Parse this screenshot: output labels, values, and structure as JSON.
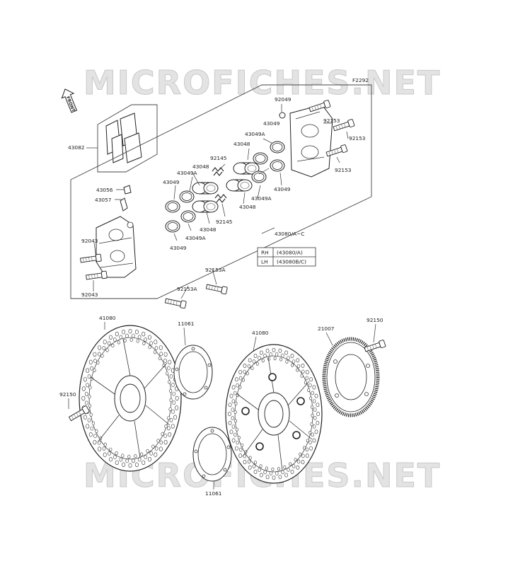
{
  "watermark": "MICROFICHES.NET",
  "diagram_code": "F2292",
  "front_arrow": "FRONT",
  "legend": [
    {
      "side": "RH",
      "code": "(43080/A)"
    },
    {
      "side": "LH",
      "code": "(43080B/C)"
    }
  ],
  "labels": {
    "l43082": "43082",
    "l92049": "92049",
    "l43049_a": "43049",
    "l43049a_a": "43049A",
    "l43048_a": "43048",
    "l92145_a": "92145",
    "l43048_b": "43048",
    "l43049a_b": "43049A",
    "l43049_b": "43049",
    "l92153_a": "92153",
    "l92153_b": "92153",
    "l92153_c": "92153",
    "l43049_c": "43049",
    "l43049a_c": "43049A",
    "l43048_c": "43048",
    "l92145_b": "92145",
    "l43048_d": "43048",
    "l43049a_d": "43049A",
    "l43049_d": "43049",
    "l43056": "43056",
    "l43057": "43057",
    "l43080": "43080/A~C",
    "l92043_a": "92043",
    "l92043_b": "92043",
    "l92153a_a": "92153A",
    "l92153a_b": "92153A",
    "l41080_a": "41080",
    "l11061_a": "11061",
    "l41080_b": "41080",
    "l21007": "21007",
    "l92150_a": "92150",
    "l92150_b": "92150",
    "l11061_b": "11061"
  }
}
